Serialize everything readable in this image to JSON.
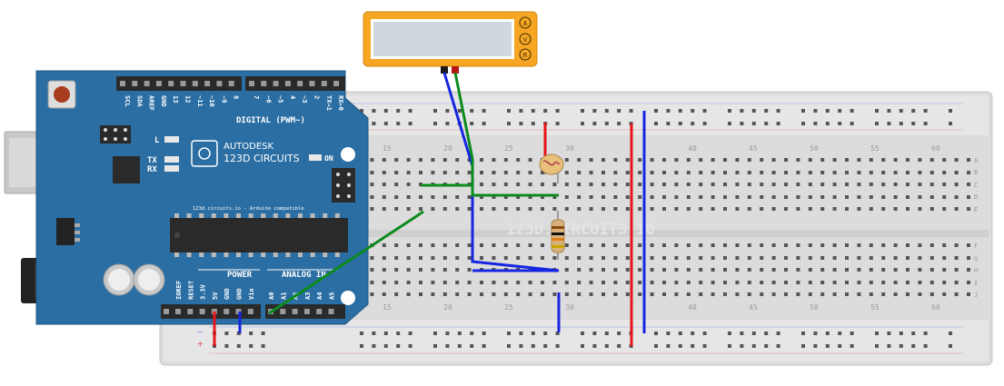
{
  "arduino": {
    "brand_line1": "AUTODESK",
    "brand_line2": "123D",
    "brand_line3": "CIRCUITS",
    "subtitle": "123d.circuits.io - Arduino compatible",
    "digital_label": "DIGITAL (PWM~)",
    "power_label": "POWER",
    "analog_label": "ANALOG IN",
    "on_label": "ON",
    "l_label": "L",
    "tx_label": "TX",
    "rx_label": "RX",
    "digital_pins_top": [
      "SCL",
      "SDA",
      "AREF",
      "GND",
      "13",
      "12",
      "~11",
      "~10",
      "~9",
      "8",
      "7",
      "~6",
      "~5",
      "4",
      "~3",
      "2",
      "TX→1",
      "RX←0"
    ],
    "power_pins": [
      "IOREF",
      "RESET",
      "3.3V",
      "5V",
      "GND",
      "GND",
      "Vin"
    ],
    "analog_pins": [
      "A0",
      "A1",
      "A2",
      "A3",
      "A4",
      "A5"
    ],
    "colors": {
      "board": "#2b6ea3",
      "board_dark": "#1f5580",
      "header": "#2a2a2a"
    }
  },
  "multimeter": {
    "buttons": [
      "A",
      "V",
      "R"
    ],
    "colors": {
      "body": "#f6a623",
      "screen": "#cfd8dc"
    }
  },
  "breadboard": {
    "watermark": "123D.CIRCUITS.IO",
    "column_numbers": [
      "15",
      "20",
      "25",
      "30",
      "40",
      "45",
      "50",
      "55",
      "60"
    ],
    "row_letters_top": [
      "A",
      "B",
      "C",
      "D",
      "E"
    ],
    "row_letters_bottom": [
      "F",
      "G",
      "H",
      "I",
      "J"
    ],
    "rail_minus": "−",
    "rail_plus": "+"
  },
  "wire_colors": {
    "red": "#e8141b",
    "blue": "#1626e0",
    "green": "#0b8a1e"
  }
}
